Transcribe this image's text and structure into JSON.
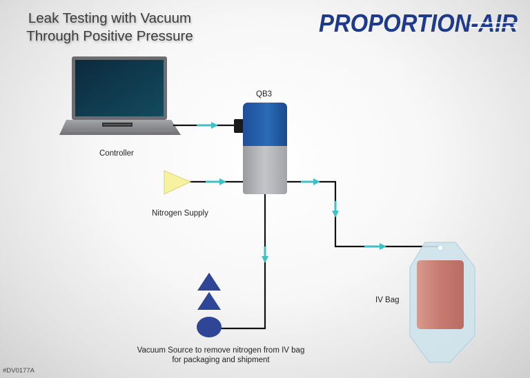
{
  "title_lines": [
    "Leak Testing with Vacuum",
    "Through Positive Pressure"
  ],
  "logo": {
    "text": "PROPORTION-AIR"
  },
  "labels": {
    "qb3": "QB3",
    "controller": "Controller",
    "nitrogen": "Nitrogen Supply",
    "iv_bag": "IV Bag",
    "vacuum_line1": "Vacuum Source to remove nitrogen from IV bag",
    "vacuum_line2": "for packaging and shipment"
  },
  "doc_code": "#DV0177A",
  "colors": {
    "logo_blue": "#1e3a8a",
    "valve_blue": "#2563b0",
    "arrow_teal": "#3fc0c4",
    "nitrogen_yellow": "#f7f2a0",
    "vacuum_navy": "#2f4596",
    "iv_fluid": "#c8837a"
  },
  "icons": [
    "laptop-icon",
    "valve-icon",
    "nitrogen-cone-icon",
    "vacuum-icon",
    "iv-bag-icon"
  ]
}
